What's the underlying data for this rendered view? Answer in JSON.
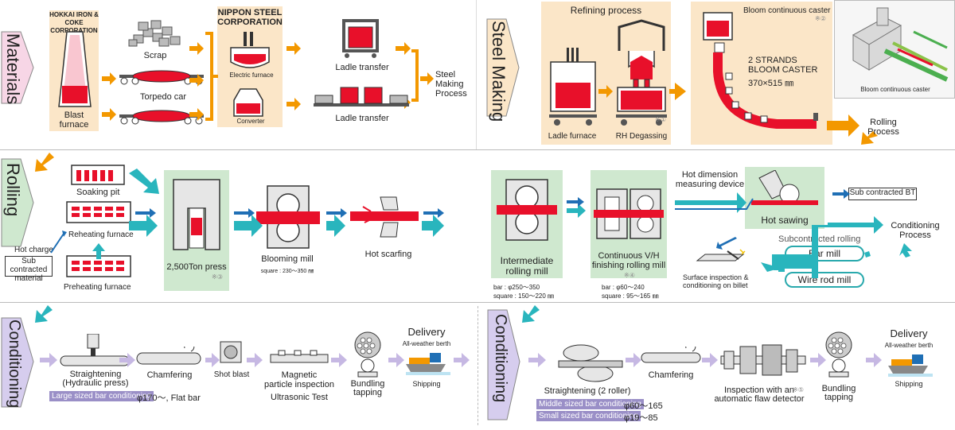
{
  "sections": {
    "materials": "Materials",
    "steel_making": "Steel Making",
    "rolling": "Rolling",
    "conditioning_left": "Conditioning",
    "conditioning_right": "Conditioning"
  },
  "materials": {
    "hokkai": "HOKKAI IRON &\nCOKE CORPORATION",
    "blast_furnace": "Blast\nfurnace",
    "scrap": "Scrap",
    "torpedo_car": "Torpedo car",
    "nippon": "NIPPON STEEL\nCORPORATION",
    "electric_furnace": "Electric furnace",
    "converter": "Converter",
    "ladle_transfer_1": "Ladle transfer",
    "ladle_transfer_2": "Ladle transfer",
    "steel_making_process": "Steel\nMaking\nProcess"
  },
  "steel": {
    "refining_process": "Refining process",
    "ladle_furnace": "Ladle furnace",
    "rh_degassing": "RH Degassing",
    "note1": "※①",
    "bloom_caster_title": "Bloom continuous caster",
    "note2": "※②",
    "strands": "2 STRANDS\nBLOOM CASTER",
    "dims": "370×515 ㎜",
    "bloom_caster_caption": "Bloom continuous caster",
    "rolling_process": "Rolling\nProcess"
  },
  "rolling": {
    "soaking_pit": "Soaking pit",
    "reheating_furnace": "Reheating furnace",
    "hot_charge": "Hot charge",
    "sub_contracted_material": "Sub contracted\nmaterial",
    "preheating_furnace": "Preheating furnace",
    "press": "2,500Ton press",
    "note3": "※③",
    "blooming_mill": "Blooming mill",
    "blooming_square": "square : 230〜350 ㎜",
    "hot_scarfing": "Hot scarfing",
    "intermediate": "Intermediate\nrolling mill",
    "inter_bar": "bar : φ250〜350",
    "inter_square": "square : 150〜220 ㎜",
    "continuous": "Continuous V/H\nfinishing rolling mill",
    "note4": "※④",
    "cont_bar": "bar : φ60〜240",
    "cont_square": "square : 95〜165 ㎜",
    "hot_dimension": "Hot dimension\nmeasuring device",
    "hot_sawing": "Hot sawing",
    "sub_bt": "Sub contracted BT",
    "conditioning_process": "Conditioning\nProcess",
    "subcontracted_rolling": "Subcontracted rolling",
    "bar_mill": "Bar mill",
    "wire_rod_mill": "Wire rod mill",
    "surface_inspection": "Surface inspection &\nconditioning on billet"
  },
  "cond_left": {
    "straightening": "Straightening\n(Hydraulic press)",
    "chamfering": "Chamfering",
    "shot_blast": "Shot blast",
    "magnetic": "Magnetic\nparticle inspection",
    "ultrasonic": "Ultrasonic Test",
    "bundling": "Bundling\ntapping",
    "delivery": "Delivery",
    "berth": "All-weather berth",
    "shipping": "Shipping",
    "tag_large": "Large sized bar conditioning",
    "large_range": "φ170〜, Flat bar"
  },
  "cond_right": {
    "straightening": "Straightening (2 roller)",
    "chamfering": "Chamfering",
    "inspection": "Inspection with an\nautomatic flaw detector",
    "note5": "※⑤",
    "bundling": "Bundling\ntapping",
    "delivery": "Delivery",
    "berth": "All-weather berth",
    "shipping": "Shipping",
    "tag_middle": "Middle sized bar conditioning",
    "middle_range": "φ60〜165",
    "tag_small": "Small sized bar conditioning",
    "small_range": "φ19〜85"
  },
  "colors": {
    "beige": "#fbe6c8",
    "green": "#cfe8cf",
    "molten": "#e8102a",
    "orange_arrow": "#f39800",
    "teal_arrow": "#29b5bd",
    "blue_arrow": "#1f6fb5",
    "lilac_arrow": "#c6b8e3",
    "materials_label_bg": "#f7d6e6",
    "steel_label_bg": "#fbe6c8",
    "rolling_label_bg": "#cfe8cf",
    "cond_label_bg": "#d6cdee"
  }
}
